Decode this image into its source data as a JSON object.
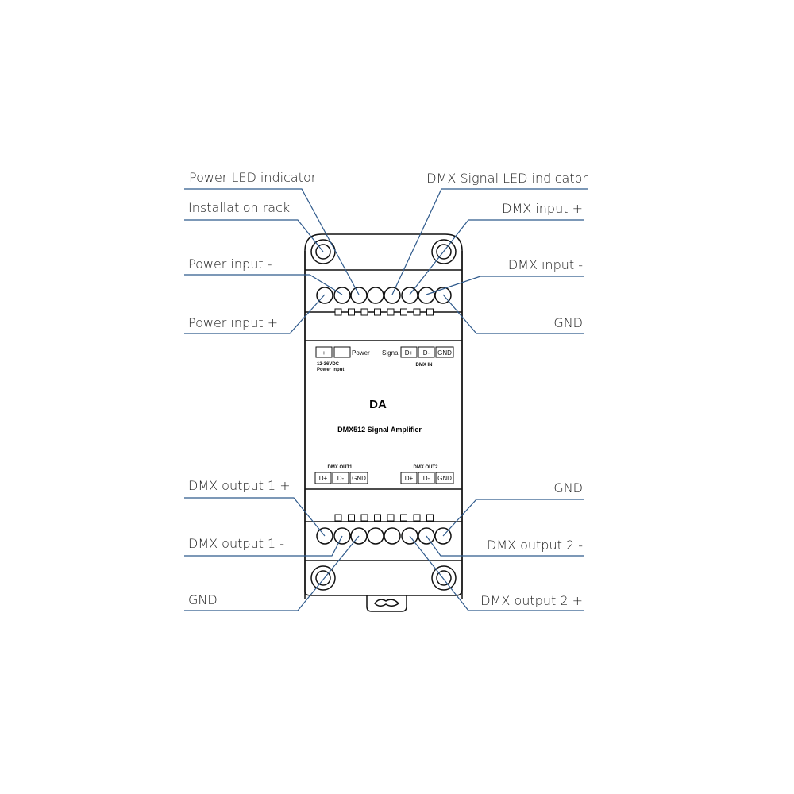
{
  "device": {
    "model": "DA",
    "name": "DMX512 Signal Amplifier",
    "power_plus": "+",
    "power_minus": "−",
    "power_label": "Power",
    "voltage": "12-36VDC",
    "power_input": "Power input",
    "signal_label": "Signal",
    "dmx_in": "DMX IN",
    "dmx_out1": "DMX OUT1",
    "dmx_out2": "DMX OUT2",
    "d_plus": "D+",
    "d_minus": "D-",
    "gnd": "GND"
  },
  "callouts": {
    "power_led": "Power LED indicator",
    "install_rack": "Installation rack",
    "power_in_minus": "Power input -",
    "power_in_plus": "Power input +",
    "dmx_led": "DMX Signal LED indicator",
    "dmx_in_plus": "DMX input +",
    "dmx_in_minus": "DMX input -",
    "gnd_top": "GND",
    "out1_plus": "DMX output 1 +",
    "out1_minus": "DMX output 1 -",
    "gnd_bottom_left": "GND",
    "gnd_bottom_right": "GND",
    "out2_minus": "DMX output 2 -",
    "out2_plus": "DMX output 2 +"
  },
  "colors": {
    "leader": "#2f5a8c",
    "outline": "#111111"
  }
}
